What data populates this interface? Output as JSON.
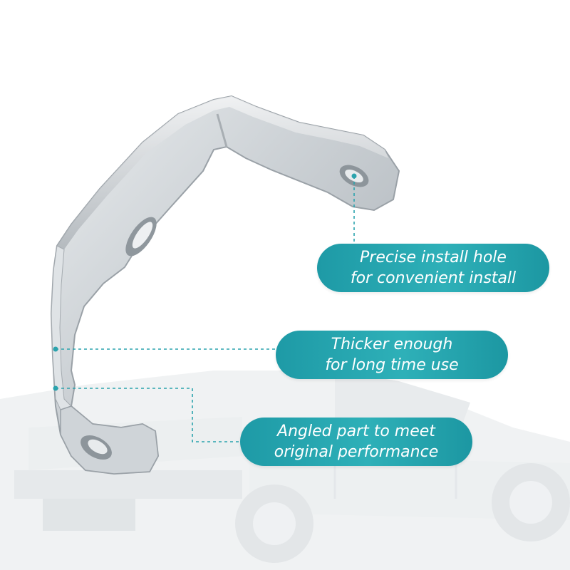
{
  "callouts": {
    "install_hole": {
      "line1": "Precise install hole",
      "line2": "for convenient install"
    },
    "thickness": {
      "line1": "Thicker enough",
      "line2": "for long time use"
    },
    "angled_part": {
      "line1": "Angled part to meet",
      "line2": "original performance"
    }
  },
  "colors": {
    "callout_fill": "#26a6b0",
    "leader_line": "#2ba3ad",
    "metal": "#c7ccd0"
  }
}
